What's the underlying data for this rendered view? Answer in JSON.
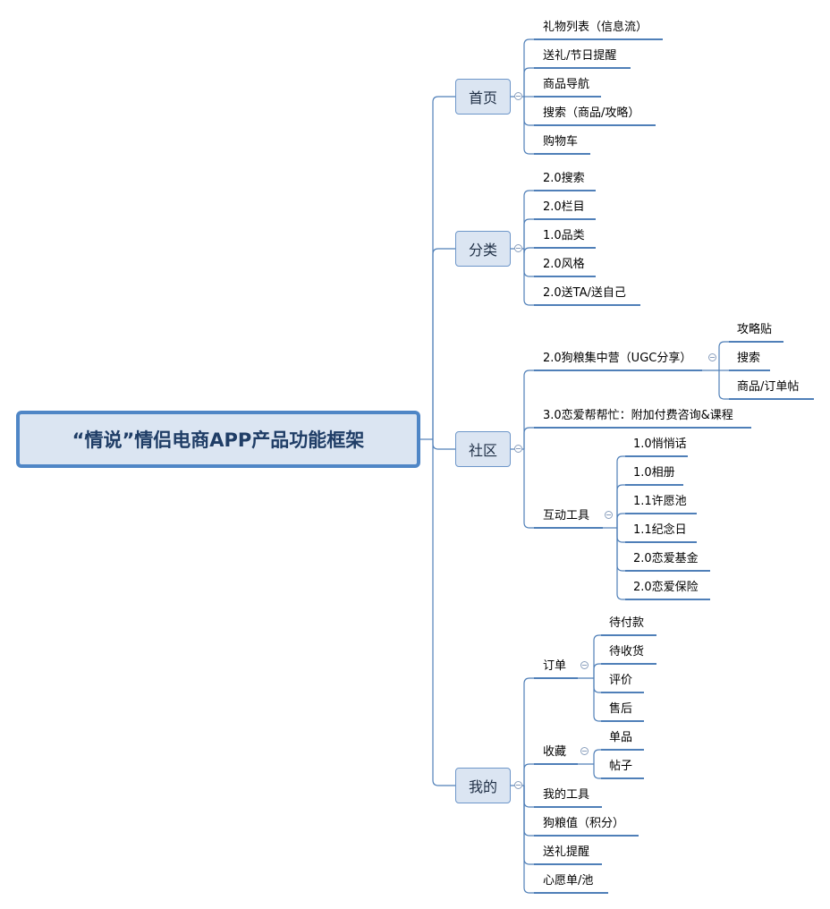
{
  "root": {
    "label": "“情说”情侣电商APP产品功能框架"
  },
  "branches": [
    {
      "label": "首页",
      "children": [
        {
          "label": "礼物列表（信息流）"
        },
        {
          "label": "送礼/节日提醒"
        },
        {
          "label": "商品导航"
        },
        {
          "label": "搜索（商品/攻略）"
        },
        {
          "label": "购物车"
        }
      ]
    },
    {
      "label": "分类",
      "children": [
        {
          "label": "2.0搜索"
        },
        {
          "label": "2.0栏目"
        },
        {
          "label": "1.0品类"
        },
        {
          "label": "2.0风格"
        },
        {
          "label": "2.0送TA/送自己"
        }
      ]
    },
    {
      "label": "社区",
      "children": [
        {
          "label": "2.0狗粮集中营（UGC分享）",
          "children": [
            {
              "label": "攻略贴"
            },
            {
              "label": "搜索"
            },
            {
              "label": "商品/订单帖"
            }
          ]
        },
        {
          "label": "3.0恋爱帮帮忙：附加付费咨询&课程"
        },
        {
          "label": "互动工具",
          "children": [
            {
              "label": "1.0悄悄话"
            },
            {
              "label": "1.0相册"
            },
            {
              "label": "1.1许愿池"
            },
            {
              "label": "1.1纪念日"
            },
            {
              "label": "2.0恋爱基金"
            },
            {
              "label": "2.0恋爱保险"
            }
          ]
        }
      ]
    },
    {
      "label": "我的",
      "children": [
        {
          "label": "订单",
          "children": [
            {
              "label": "待付款"
            },
            {
              "label": "待收货"
            },
            {
              "label": "评价"
            },
            {
              "label": "售后"
            }
          ]
        },
        {
          "label": "收藏",
          "children": [
            {
              "label": "单品"
            },
            {
              "label": "帖子"
            }
          ]
        },
        {
          "label": "我的工具"
        },
        {
          "label": "狗粮值（积分）"
        },
        {
          "label": "送礼提醒"
        },
        {
          "label": "心愿单/池"
        }
      ]
    }
  ]
}
